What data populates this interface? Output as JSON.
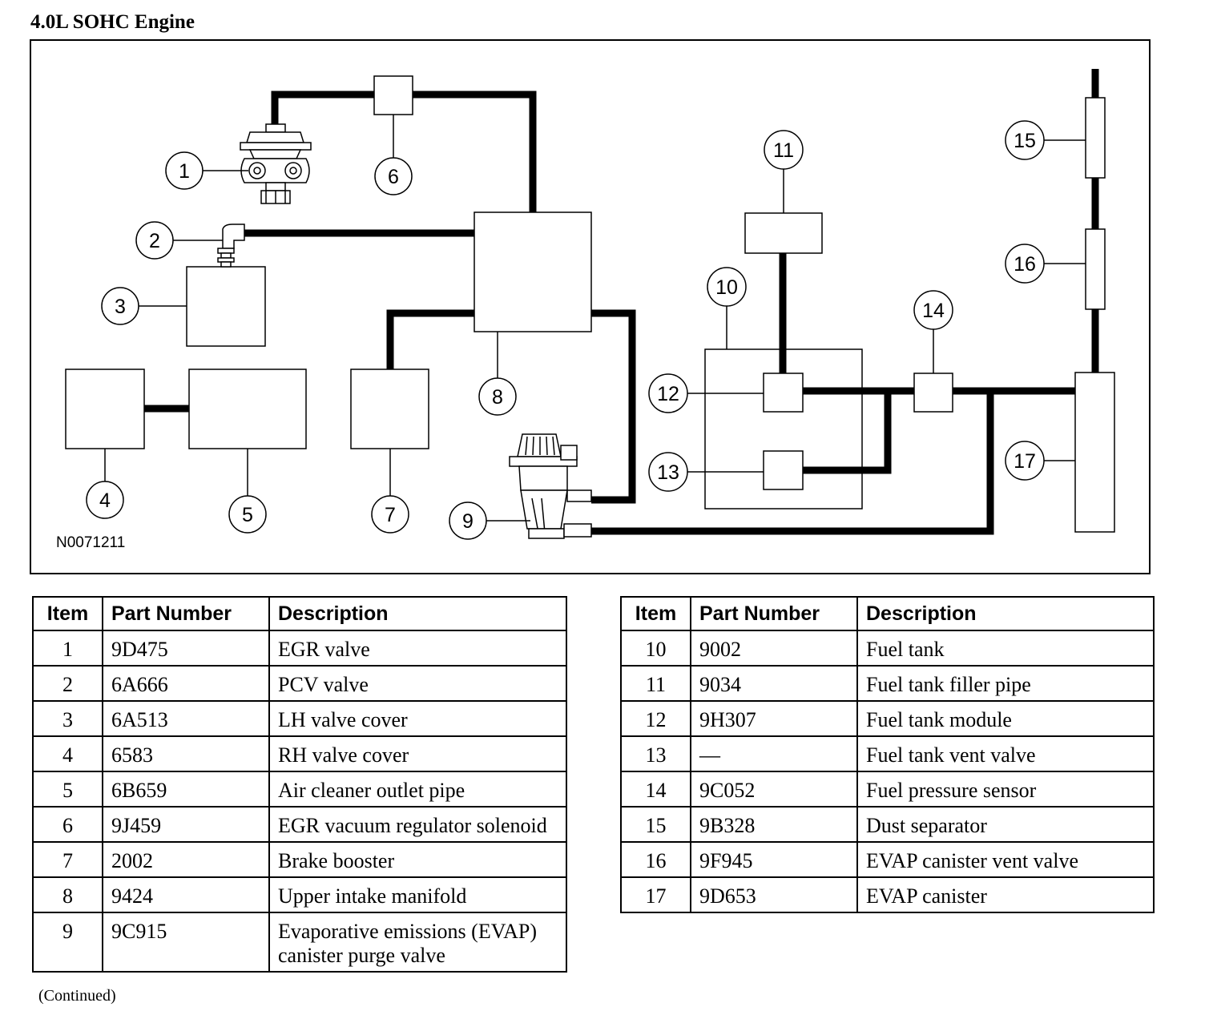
{
  "title": "4.0L SOHC Engine",
  "figure_id": "N0071211",
  "callouts": [
    "1",
    "2",
    "3",
    "4",
    "5",
    "6",
    "7",
    "8",
    "9",
    "10",
    "11",
    "12",
    "13",
    "14",
    "15",
    "16",
    "17"
  ],
  "table_headers": {
    "item": "Item",
    "part_number": "Part Number",
    "description": "Description"
  },
  "parts_left": [
    {
      "item": "1",
      "part": "9D475",
      "desc": "EGR valve"
    },
    {
      "item": "2",
      "part": "6A666",
      "desc": "PCV valve"
    },
    {
      "item": "3",
      "part": "6A513",
      "desc": "LH valve cover"
    },
    {
      "item": "4",
      "part": "6583",
      "desc": "RH valve cover"
    },
    {
      "item": "5",
      "part": "6B659",
      "desc": "Air cleaner outlet pipe"
    },
    {
      "item": "6",
      "part": "9J459",
      "desc": "EGR vacuum regulator solenoid"
    },
    {
      "item": "7",
      "part": "2002",
      "desc": "Brake booster"
    },
    {
      "item": "8",
      "part": "9424",
      "desc": "Upper intake manifold"
    },
    {
      "item": "9",
      "part": "9C915",
      "desc": "Evaporative emissions (EVAP) canister purge valve"
    }
  ],
  "parts_right": [
    {
      "item": "10",
      "part": "9002",
      "desc": "Fuel tank"
    },
    {
      "item": "11",
      "part": "9034",
      "desc": "Fuel tank filler pipe"
    },
    {
      "item": "12",
      "part": "9H307",
      "desc": "Fuel tank module"
    },
    {
      "item": "13",
      "part": "—",
      "desc": "Fuel tank vent valve"
    },
    {
      "item": "14",
      "part": "9C052",
      "desc": "Fuel pressure sensor"
    },
    {
      "item": "15",
      "part": "9B328",
      "desc": "Dust separator"
    },
    {
      "item": "16",
      "part": "9F945",
      "desc": "EVAP canister vent valve"
    },
    {
      "item": "17",
      "part": "9D653",
      "desc": "EVAP canister"
    }
  ],
  "continued": "(Continued)"
}
